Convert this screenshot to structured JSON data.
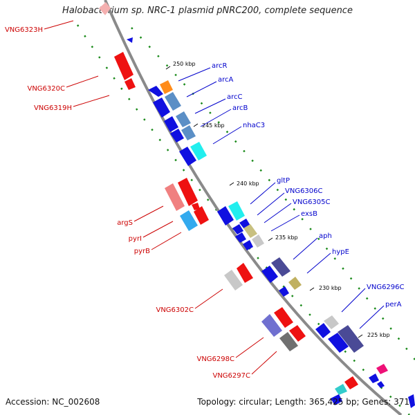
{
  "title": "Halobacterium sp. NRC-1 plasmid pNRC200, complete sequence",
  "accession": "Accession: NC_002608",
  "topology": "Topology: circular; Length: 365,425 bp; Genes: 371",
  "colors": {
    "backbone": "#8a8a8a",
    "forward_label": "#0000cc",
    "reverse_label": "#cc0000",
    "gc_dots": "#1a8a1a"
  },
  "ticks": [
    "250 kbp",
    "245 kbp",
    "240 kbp",
    "235 kbp",
    "230 kbp",
    "225 kbp"
  ],
  "forward_genes": [
    "arcR",
    "arcA",
    "arcC",
    "arcB",
    "nhaC3",
    "gltP",
    "VNG6306C",
    "VNG6305C",
    "exsB",
    "aph",
    "hypE",
    "VNG6296C",
    "perA"
  ],
  "reverse_genes": [
    "VNG6323H",
    "VNG6320C",
    "VNG6319H",
    "argS",
    "pyrI",
    "pyrB",
    "VNG6302C",
    "VNG6298C",
    "VNG6297C"
  ]
}
